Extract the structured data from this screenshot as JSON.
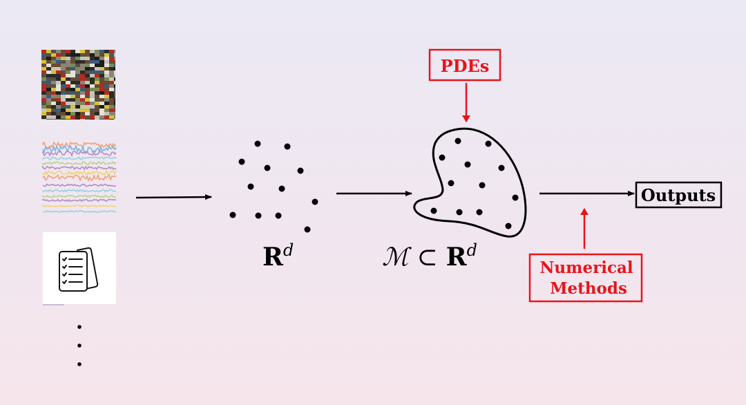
{
  "colors": {
    "black": "#000000",
    "red": "#e8141c",
    "white": "#ffffff"
  },
  "inputs": {
    "items": [
      "image-mosaic",
      "time-series-signals",
      "document-checklist"
    ],
    "more_indicator": "vertical-ellipsis"
  },
  "labels": {
    "space_R": "R",
    "space_sup": "d",
    "manifold_M": "ℳ",
    "subset": "⊂",
    "manifold_R": "R",
    "manifold_sup": "d"
  },
  "boxes": {
    "pdes": "PDEs",
    "outputs": "Outputs",
    "numerical_line1": "Numerical",
    "numerical_line2": "Methods"
  },
  "signal_colors": [
    "#f0a27a",
    "#7fb2dc",
    "#b38bc6",
    "#9ad0e6",
    "#b5d48a",
    "#b38bc6",
    "#f5d36b",
    "#f0a27a",
    "#b38bc6",
    "#9ad0e6",
    "#b5d48a",
    "#b38bc6",
    "#f5d36b",
    "#9ad0e6"
  ]
}
